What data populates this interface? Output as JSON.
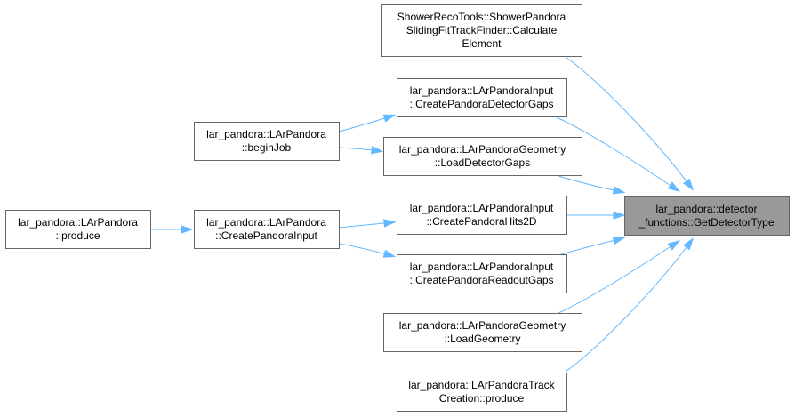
{
  "graph": {
    "title": "",
    "nodes": [
      {
        "id": "target",
        "lines": [
          "lar_pandora::detector",
          "_functions::GetDetectorType"
        ],
        "highlighted": true
      },
      {
        "id": "shower",
        "lines": [
          "ShowerRecoTools::ShowerPandora",
          "SlidingFitTrackFinder::Calculate",
          "Element"
        ]
      },
      {
        "id": "cpdg",
        "lines": [
          "lar_pandora::LArPandoraInput",
          "::CreatePandoraDetectorGaps"
        ]
      },
      {
        "id": "ldg",
        "lines": [
          "lar_pandora::LArPandoraGeometry",
          "::LoadDetectorGaps"
        ]
      },
      {
        "id": "cph2d",
        "lines": [
          "lar_pandora::LArPandoraInput",
          "::CreatePandoraHits2D"
        ]
      },
      {
        "id": "cprg",
        "lines": [
          "lar_pandora::LArPandoraInput",
          "::CreatePandoraReadoutGaps"
        ]
      },
      {
        "id": "lgeo",
        "lines": [
          "lar_pandora::LArPandoraGeometry",
          "::LoadGeometry"
        ]
      },
      {
        "id": "trackprod",
        "lines": [
          "lar_pandora::LArPandoraTrack",
          "Creation::produce"
        ]
      },
      {
        "id": "beginjob",
        "lines": [
          "lar_pandora::LArPandora",
          "::beginJob"
        ]
      },
      {
        "id": "cpi",
        "lines": [
          "lar_pandora::LArPandora",
          "::CreatePandoraInput"
        ]
      },
      {
        "id": "produce",
        "lines": [
          "lar_pandora::LArPandora",
          "::produce"
        ]
      }
    ],
    "edges": [
      {
        "from": "shower",
        "to": "target"
      },
      {
        "from": "cpdg",
        "to": "target"
      },
      {
        "from": "ldg",
        "to": "target"
      },
      {
        "from": "cph2d",
        "to": "target"
      },
      {
        "from": "cprg",
        "to": "target"
      },
      {
        "from": "lgeo",
        "to": "target"
      },
      {
        "from": "trackprod",
        "to": "target"
      },
      {
        "from": "beginjob",
        "to": "cpdg"
      },
      {
        "from": "beginjob",
        "to": "ldg"
      },
      {
        "from": "cpi",
        "to": "cph2d"
      },
      {
        "from": "cpi",
        "to": "cprg"
      },
      {
        "from": "produce",
        "to": "cpi"
      }
    ],
    "colors": {
      "edge": "#63b8ff",
      "node_border": "#666666",
      "node_fill": "#ffffff",
      "highlight_fill": "#999999"
    }
  }
}
